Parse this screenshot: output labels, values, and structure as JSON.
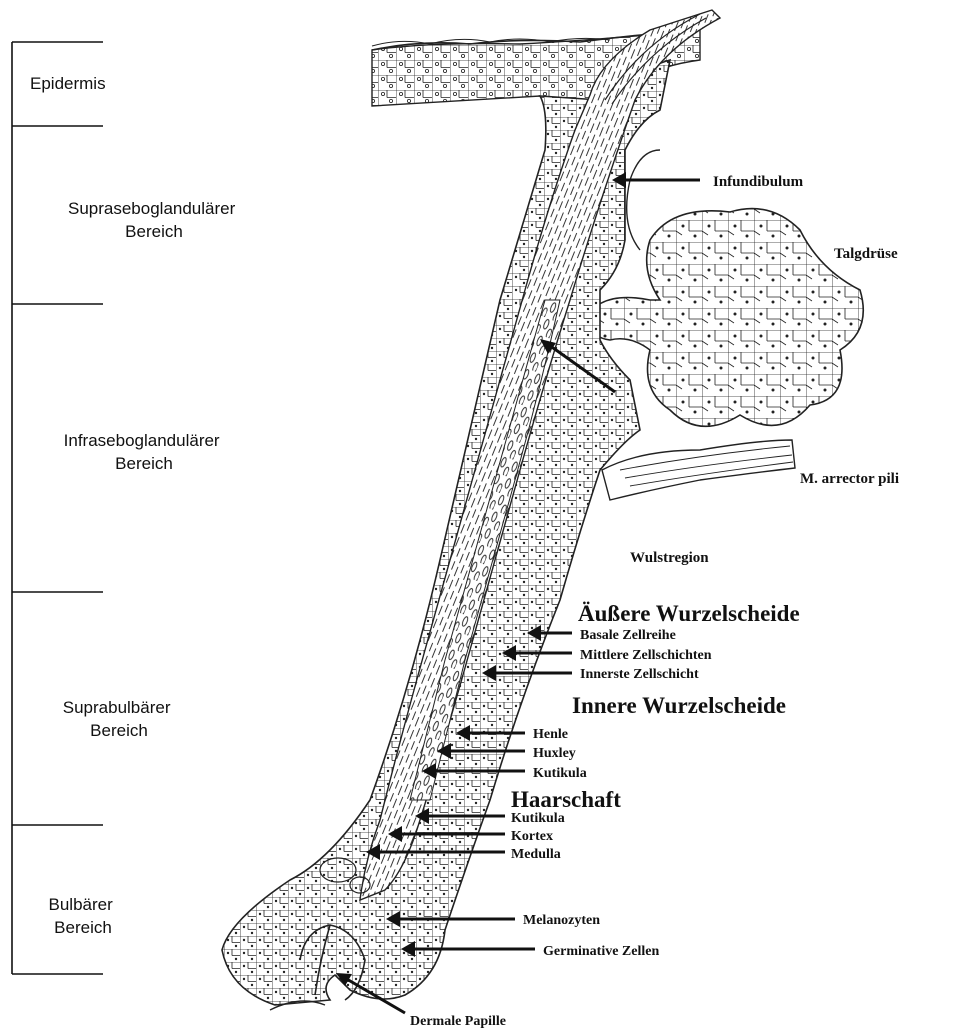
{
  "zones": {
    "epidermis": "Epidermis",
    "suprasebo": [
      "Supraseboglandulärer",
      "Bereich"
    ],
    "infrasebo": [
      "Infraseboglandulärer",
      "Bereich"
    ],
    "suprabulb": [
      "Suprabulbärer",
      "Bereich"
    ],
    "bulb": [
      "Bulbärer",
      "Bereich"
    ]
  },
  "labels": {
    "infundibulum": "Infundibulum",
    "talgdruese": "Talgdrüse",
    "arrector": "M. arrector pili",
    "wulstregion": "Wulstregion",
    "outer_sheath": "Äußere Wurzelscheide",
    "basal": "Basale Zellreihe",
    "mittlere": "Mittlere Zellschichten",
    "innerste": "Innerste Zellschicht",
    "inner_sheath": "Innere Wurzelscheide",
    "henle": "Henle",
    "huxley": "Huxley",
    "kutikula_irs": "Kutikula",
    "haarschaft": "Haarschaft",
    "kutikula_shaft": "Kutikula",
    "kortex": "Kortex",
    "medulla": "Medulla",
    "melanozyten": "Melanozyten",
    "germinative": "Germinative Zellen",
    "papille": "Dermale Papille"
  }
}
